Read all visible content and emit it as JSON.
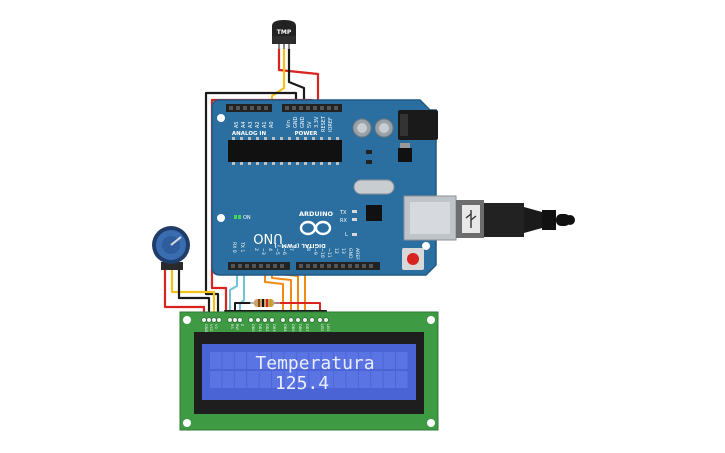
{
  "sensor": {
    "label": "TMP"
  },
  "arduino": {
    "brand": "ARDUINO",
    "model": "UNO",
    "power_header_label": "POWER",
    "analog_header_label": "ANALOG IN",
    "digital_header_label": "DIGITAL (PWM~)",
    "on_led_label": "ON",
    "tx_label": "TX",
    "rx_label": "RX",
    "l_label": "L",
    "analog_pins": [
      "A0",
      "A1",
      "A2",
      "A3",
      "A4",
      "A5"
    ],
    "power_pins": [
      "Vin",
      "GND",
      "GND",
      "5V",
      "3.3V",
      "RESET",
      "IOREF"
    ],
    "digital_pins": [
      "AREF",
      "GND",
      "13",
      "12",
      "~11",
      "~10",
      "~9",
      "8",
      "7",
      "~6",
      "~5",
      "4",
      "~3",
      "2",
      "TX 1",
      "RX 0"
    ]
  },
  "lcd": {
    "line1": "Temperatura",
    "line2": "125.4",
    "pins": [
      "GND",
      "VCC",
      "V0",
      "RS",
      "RW",
      "E",
      "DB0",
      "DB1",
      "DB2",
      "DB3",
      "DB4",
      "DB5",
      "DB6",
      "DB7",
      "LED",
      "LED"
    ]
  },
  "colors": {
    "board": "#2a6f9f",
    "lcd_pcb": "#3f9a44",
    "lcd_screen": "#4a64d6",
    "wire_red": "#d8231e",
    "wire_black": "#1a1a1a",
    "wire_yellow": "#f2c21a",
    "wire_orange": "#ef8a12",
    "wire_cyan": "#6ec5d8"
  }
}
